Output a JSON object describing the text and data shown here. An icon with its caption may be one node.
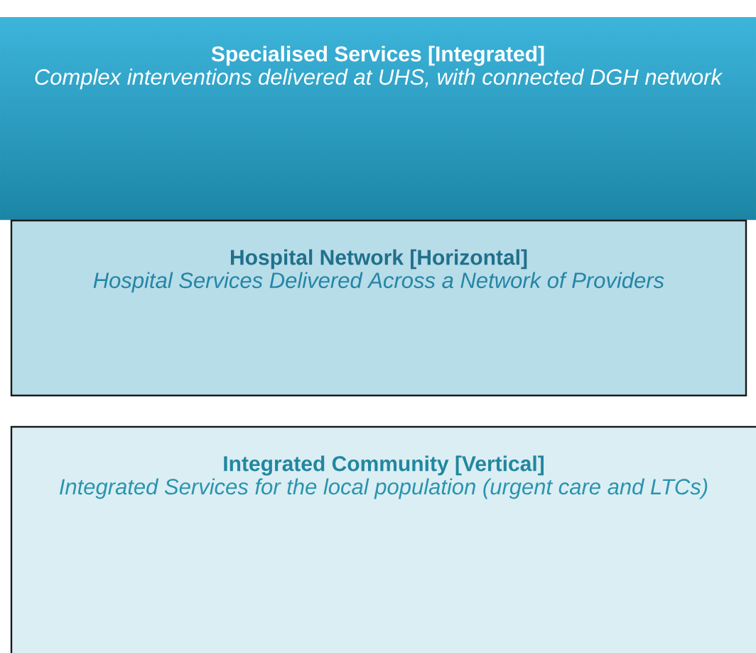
{
  "diagram": {
    "nodes": [
      {
        "text": [
          "Specialised Services [Integrated]",
          "Complex interventions delivered at UHS, with connected DGH network"
        ]
      },
      {
        "text": [
          "Hospital Network [Horizontal]",
          "Hospital Services Delivered Across a Network of Providers"
        ]
      },
      {
        "text": [
          "Integrated Community [Vertical]",
          "Integrated Services for the local population (urgent care and LTCs)"
        ]
      }
    ]
  }
}
